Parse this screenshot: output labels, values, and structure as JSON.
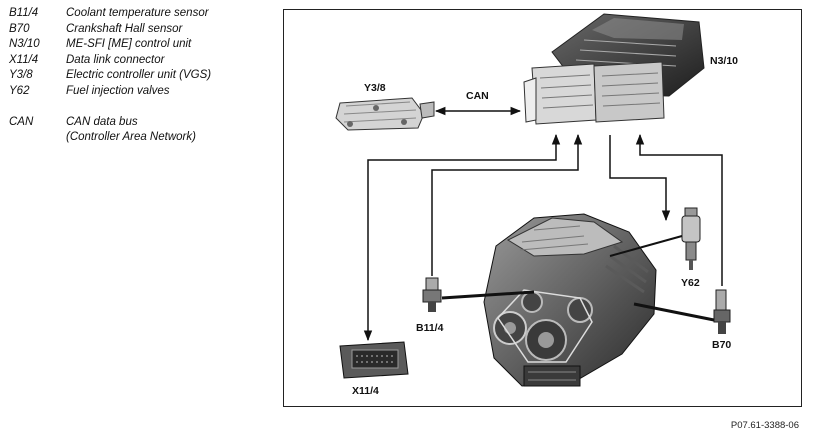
{
  "legend": {
    "items": [
      {
        "code": "B11/4",
        "desc": "Coolant temperature sensor"
      },
      {
        "code": "B70",
        "desc": "Crankshaft Hall sensor"
      },
      {
        "code": "N3/10",
        "desc": "ME-SFI [ME] control unit"
      },
      {
        "code": "X11/4",
        "desc": "Data link connector"
      },
      {
        "code": "Y3/8",
        "desc": "Electric controller unit (VGS)"
      },
      {
        "code": "Y62",
        "desc": "Fuel injection valves"
      }
    ],
    "can": {
      "code": "CAN",
      "desc_line1": "CAN data bus",
      "desc_line2": "(Controller Area Network)"
    }
  },
  "diagram": {
    "labels": {
      "n3_10": "N3/10",
      "y3_8": "Y3/8",
      "can": "CAN",
      "y62": "Y62",
      "b11_4": "B11/4",
      "b70": "B70",
      "x11_4": "X11/4"
    }
  },
  "figure_id": "P07.61-3388-06"
}
